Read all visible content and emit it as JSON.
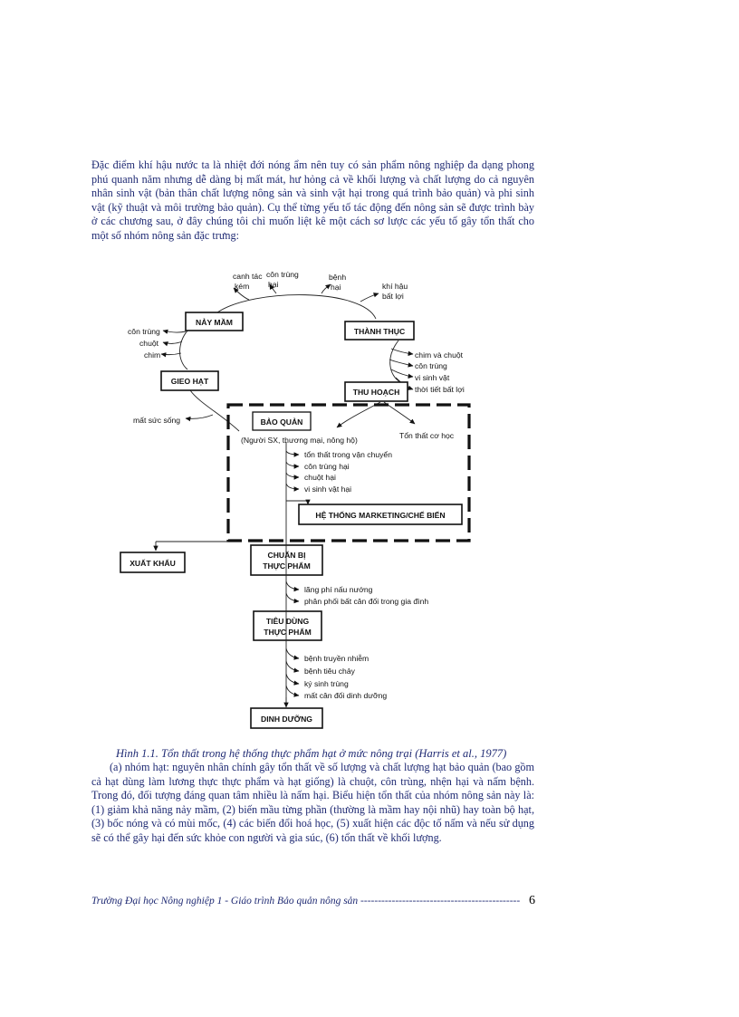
{
  "intro": "Đặc điểm khí hậu nước ta là nhiệt đới nóng ẩm nên tuy có sản phẩm nông nghiệp đa dạng phong phú quanh năm nhưng dễ dàng bị mất mát, hư hỏng cả về khối lượng và chất lượng do cả nguyên nhân sinh vật (bản thân chất lượng nông sản và sinh vật hại trong quá trình bảo quản) và phi sinh vật (kỹ thuật và môi trường bảo quản). Cụ thể từng yếu tố tác động đến nông sản sẽ được trình bày ở các chương sau, ở đây chúng tôi chỉ muốn liệt kê một cách sơ lược các yếu tố gây tổn thất cho một số nhóm nông sản đặc trưng:",
  "diagram": {
    "boxes": {
      "nay_mam": "NẢY MẦM",
      "gieo_hat": "GIEO HẠT",
      "thanh_thuc": "THÀNH THỤC",
      "thu_hoach": "THU HOẠCH",
      "bao_quan": "BẢO QUẢN",
      "marketing": "HỆ THỐNG MARKETING/CHẾ BIẾN",
      "xuat_khau": "XUẤT KHẨU",
      "chuan_bi_1": "CHUẨN BỊ",
      "chuan_bi_2": "THỰC PHẨM",
      "tieu_dung_1": "TIÊU DÙNG",
      "tieu_dung_2": "THỰC PHẨM",
      "dinh_duong": "DINH DƯỠNG"
    },
    "labels": {
      "canh_tac_1": "canh tác",
      "canh_tac_2": "kém",
      "con_trung_hai_1": "côn trùng",
      "con_trung_hai_2": "hại",
      "benh_hai_1": "bệnh",
      "benh_hai_2": "hại",
      "khi_hau_1": "khí hậu",
      "khi_hau_2": "bất lợi",
      "left_1": "côn trùng",
      "left_2": "chuột",
      "left_3": "chim",
      "right_1": "chim và chuột",
      "right_2": "côn trùng",
      "right_3": "vi sinh vật",
      "right_4": "thời tiết bất lợi",
      "mat_suc_song": "mất sức sống",
      "ton_that_co_hoc": "Tổn thất cơ học",
      "nguoi_sx": "(Người SX, thương mại, nông hộ)",
      "bq_1": "tổn thất trong vận chuyển",
      "bq_2": "côn trùng hại",
      "bq_3": "chuột hại",
      "bq_4": "vi sinh vật hại",
      "cb_1": "lãng phí nấu nướng",
      "cb_2": "phân phối bất cân đối trong gia đình",
      "td_1": "bệnh truyền nhiễm",
      "td_2": "bệnh tiêu chảy",
      "td_3": "ký sinh trùng",
      "td_4": "mất cân đối dinh dưỡng"
    }
  },
  "caption": "Hình 1.1. Tổn thất trong hệ thống thực phẩm hạt ở mức nông trại (Harris et al., 1977)",
  "body2": "(a) nhóm hạt: nguyên nhân chính gây tổn thất về số lượng và chất lượng hạt bảo quản (bao gồm cả hạt dùng làm lương thực thực phẩm và hạt giống) là chuột, côn trùng, nhện hại và nấm bệnh. Trong đó, đối tượng đáng quan tâm nhiều là nấm hại. Biểu hiện tổn thất của nhóm nông sản này là: (1) giảm khả năng nảy mầm, (2) biến mầu từng phần (thường là mầm hay nội nhũ) hay toàn bộ hạt, (3) bốc nóng và có mùi mốc, (4) các biến đổi hoá học, (5) xuất hiện các độc tố nấm và nếu sử dụng sẽ có thể gây hại đến sức khỏe con người và gia súc, (6) tổn thất về khối lượng.",
  "footer": {
    "text": "Trường Đại học Nông nghiệp 1 - Giáo trình Bảo quản nông sản",
    "dashes": "----------------------------------------------",
    "page": "6"
  }
}
